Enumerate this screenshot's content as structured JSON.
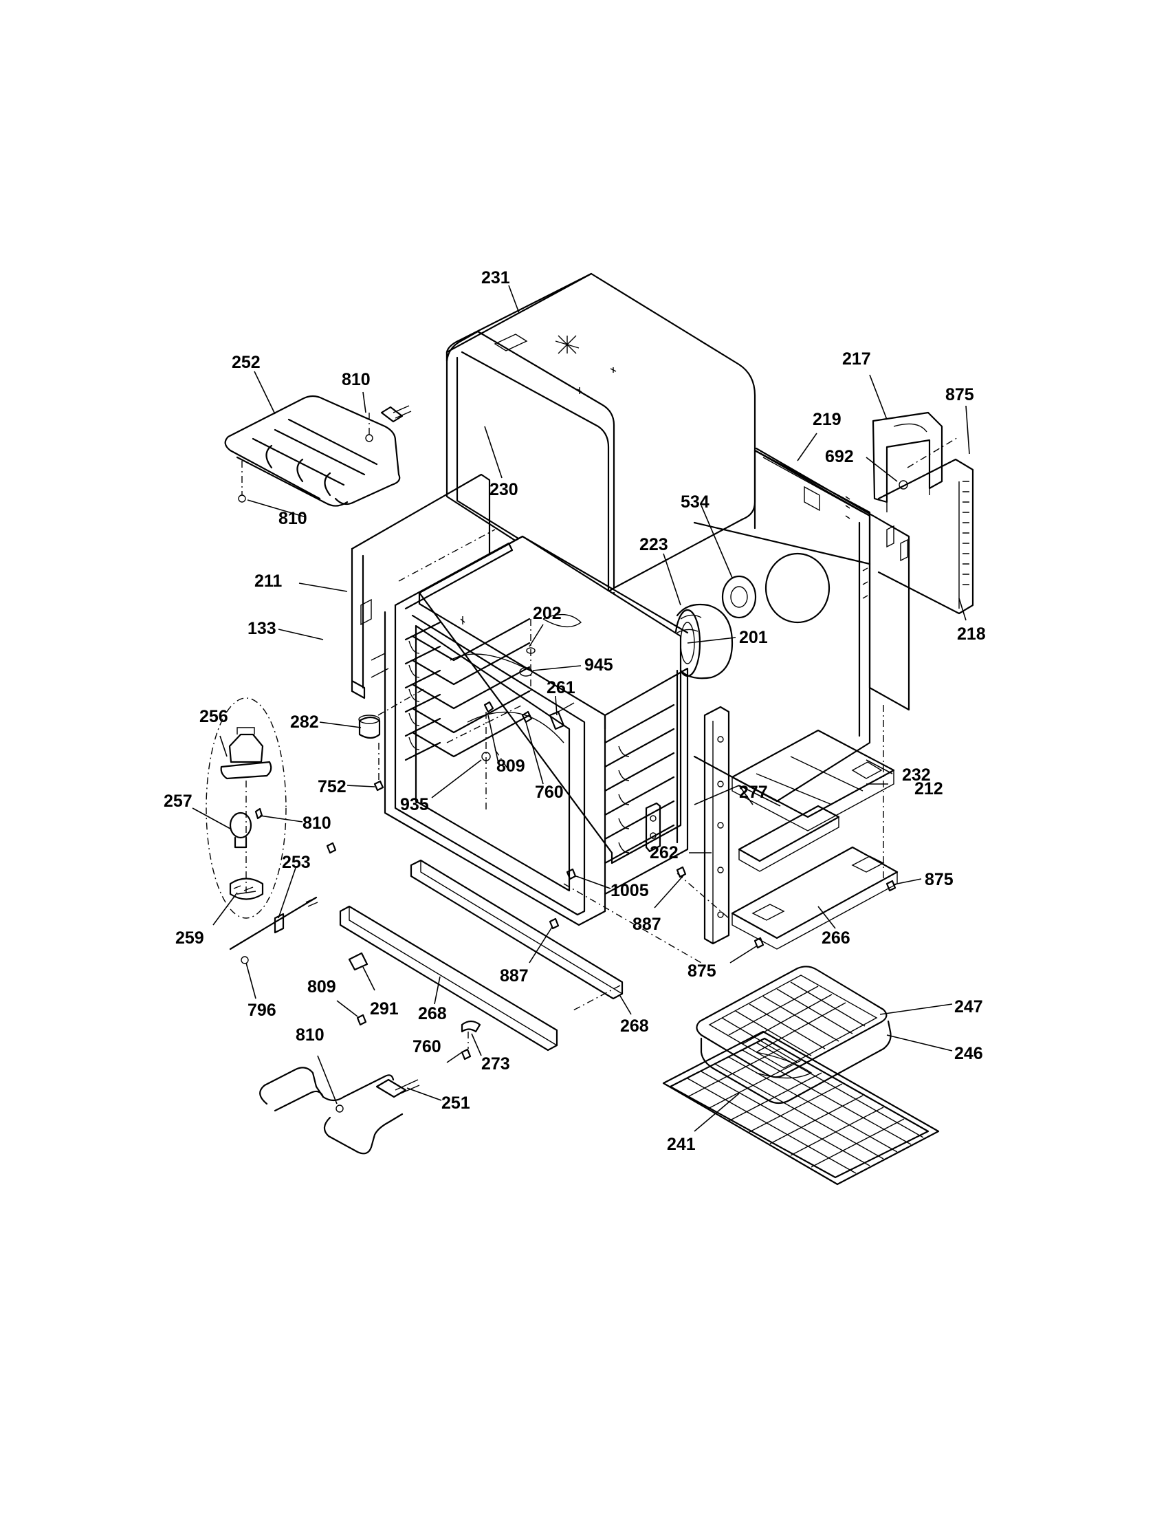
{
  "diagram": {
    "callouts": [
      {
        "id": "c231",
        "text": "231"
      },
      {
        "id": "c252",
        "text": "252"
      },
      {
        "id": "c810a",
        "text": "810"
      },
      {
        "id": "c810b",
        "text": "810"
      },
      {
        "id": "c230",
        "text": "230"
      },
      {
        "id": "c217",
        "text": "217"
      },
      {
        "id": "c875a",
        "text": "875"
      },
      {
        "id": "c219",
        "text": "219"
      },
      {
        "id": "c692",
        "text": "692"
      },
      {
        "id": "c534",
        "text": "534"
      },
      {
        "id": "c223",
        "text": "223"
      },
      {
        "id": "c218",
        "text": "218"
      },
      {
        "id": "c211",
        "text": "211"
      },
      {
        "id": "c202",
        "text": "202"
      },
      {
        "id": "c133",
        "text": "133"
      },
      {
        "id": "c945",
        "text": "945"
      },
      {
        "id": "c201",
        "text": "201"
      },
      {
        "id": "c261",
        "text": "261"
      },
      {
        "id": "c256",
        "text": "256"
      },
      {
        "id": "c282",
        "text": "282"
      },
      {
        "id": "c232",
        "text": "232"
      },
      {
        "id": "c809a",
        "text": "809"
      },
      {
        "id": "c760a",
        "text": "760"
      },
      {
        "id": "c752",
        "text": "752"
      },
      {
        "id": "c277",
        "text": "277"
      },
      {
        "id": "c212",
        "text": "212"
      },
      {
        "id": "c935",
        "text": "935"
      },
      {
        "id": "c257",
        "text": "257"
      },
      {
        "id": "c810c",
        "text": "810"
      },
      {
        "id": "c262",
        "text": "262"
      },
      {
        "id": "c253",
        "text": "253"
      },
      {
        "id": "c1005",
        "text": "1005"
      },
      {
        "id": "c875b",
        "text": "875"
      },
      {
        "id": "c887a",
        "text": "887"
      },
      {
        "id": "c266",
        "text": "266"
      },
      {
        "id": "c259",
        "text": "259"
      },
      {
        "id": "c887b",
        "text": "887"
      },
      {
        "id": "c875c",
        "text": "875"
      },
      {
        "id": "c809b",
        "text": "809"
      },
      {
        "id": "c291",
        "text": "291"
      },
      {
        "id": "c796",
        "text": "796"
      },
      {
        "id": "c268a",
        "text": "268"
      },
      {
        "id": "c268b",
        "text": "268"
      },
      {
        "id": "c247",
        "text": "247"
      },
      {
        "id": "c810d",
        "text": "810"
      },
      {
        "id": "c760b",
        "text": "760"
      },
      {
        "id": "c273",
        "text": "273"
      },
      {
        "id": "c246",
        "text": "246"
      },
      {
        "id": "c251",
        "text": "251"
      },
      {
        "id": "c241",
        "text": "241"
      }
    ]
  }
}
